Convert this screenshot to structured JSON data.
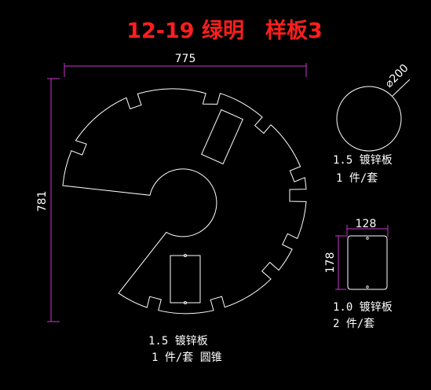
{
  "title": "12-19 绿明　样板3",
  "colors": {
    "background": "#000000",
    "title": "#ff1e1e",
    "outline": "#ffffff",
    "dimension": "#cc33cc",
    "text": "#ffffff"
  },
  "dimensions": {
    "width": "775",
    "height": "781",
    "circle_diameter": "⌀200",
    "plate_width": "128",
    "plate_height": "178"
  },
  "notes": {
    "circle": [
      "1.5 镀锌板",
      "1 件/套"
    ],
    "plate": [
      "1.0 镀锌板",
      "2 件/套"
    ],
    "main": [
      "1.5 镀锌板",
      "1 件/套 圆锥"
    ]
  }
}
